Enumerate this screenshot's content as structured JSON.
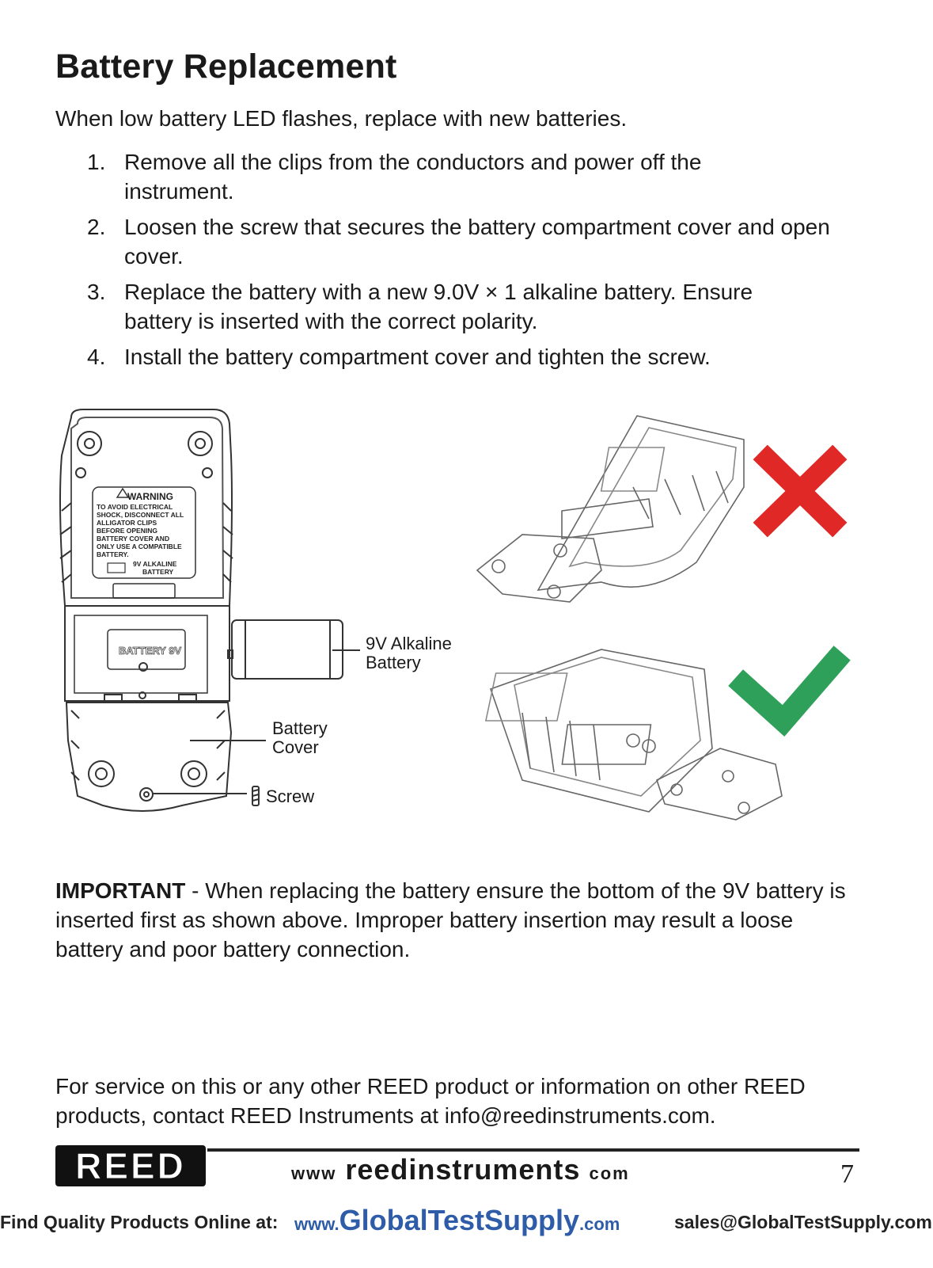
{
  "title": "Battery Replacement",
  "intro": "When low battery LED flashes, replace with new batteries.",
  "steps": [
    {
      "num": "1.",
      "text": "Remove all the clips from the conductors and power off the instrument."
    },
    {
      "num": "2.",
      "text": "Loosen the screw that secures the battery compartment cover and open cover."
    },
    {
      "num": "3.",
      "text": "Replace the battery with a new 9.0V × 1 alkaline battery. Ensure battery is inserted with the correct polarity."
    },
    {
      "num": "4.",
      "text": "Install the battery compartment cover and tighten the screw."
    }
  ],
  "figure": {
    "warning_title": "WARNING",
    "warning_lines": [
      "TO AVOID ELECTRICAL",
      "SHOCK, DISCONNECT ALL",
      "ALLIGATOR CLIPS",
      "BEFORE OPENING",
      "BATTERY COVER AND",
      "ONLY USE A COMPATIBLE",
      "BATTERY."
    ],
    "warning_battery_1": "9V ALKALINE",
    "warning_battery_2": "BATTERY",
    "compartment_label": "BATTERY 9V",
    "callout_battery_1": "9V Alkaline",
    "callout_battery_2": "Battery",
    "callout_cover_1": "Battery",
    "callout_cover_2": "Cover",
    "callout_screw": "Screw",
    "colors": {
      "wrong": "#e02826",
      "correct": "#2fa05a"
    }
  },
  "important_label": "IMPORTANT",
  "important_text": " - When replacing the battery ensure the bottom of the 9V battery is inserted first as shown above. Improper battery insertion may result a loose battery and poor battery connection.",
  "service": "For service on this or any other REED product or information on other REED products, contact REED Instruments at info@reedinstruments.com.",
  "footer": {
    "logo": "REED",
    "web_prefix": "www",
    "web_main": "reedinstruments",
    "web_suffix": "com",
    "page_number": "7"
  },
  "bottom_bar": {
    "left": "Find Quality Products Online at:",
    "mid_prefix": "www.",
    "mid_main": "GlobalTestSupply",
    "mid_suffix": ".com",
    "right": "sales@GlobalTestSupply.com"
  }
}
